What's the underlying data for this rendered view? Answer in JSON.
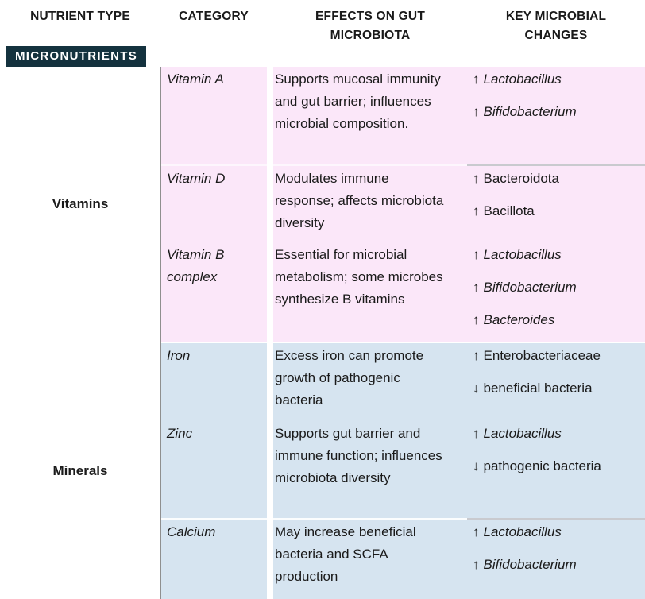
{
  "header": {
    "columns": [
      "NUTRIENT TYPE",
      "CATEGORY",
      "EFFECTS ON GUT MICROBIOTA",
      "KEY MICROBIAL CHANGES"
    ]
  },
  "badge": {
    "label": "MICRONUTRIENTS"
  },
  "colors": {
    "pink": "#fbe7f9",
    "blue": "#d6e4f0",
    "badge_bg": "#14323e",
    "badge_text": "#ffffff",
    "col_border": "#8f8f8f",
    "sep_light": "#fdf6fd",
    "sep_light_blue": "#fbfdfe",
    "sep_gray": "#c9cacf",
    "text": "#1a1a1a"
  },
  "sections": [
    {
      "type_label": "Vitamins",
      "rows": [
        {
          "category": "Vitamin A",
          "effects": "Supports mucosal immunity and gut barrier; influences microbial composition.",
          "changes": [
            {
              "arrow": "↑",
              "name": "Lactobacillus",
              "italic": true
            },
            {
              "arrow": "↑",
              "name": "Bifidobacterium",
              "italic": true
            }
          ]
        },
        {
          "category": "Vitamin D",
          "effects": "Modulates immune response; affects microbiota diversity",
          "changes": [
            {
              "arrow": "↑",
              "name": "Bacteroidota",
              "italic": false
            },
            {
              "arrow": "↑",
              "name": "Bacillota",
              "italic": false
            }
          ]
        },
        {
          "category": "Vitamin B complex",
          "effects": "Essential for microbial metabolism; some microbes synthesize B vitamins",
          "changes": [
            {
              "arrow": "↑",
              "name": "Lactobacillus",
              "italic": true
            },
            {
              "arrow": "↑",
              "name": "Bifidobacterium",
              "italic": true
            },
            {
              "arrow": "↑",
              "name": "Bacteroides",
              "italic": true
            }
          ]
        }
      ]
    },
    {
      "type_label": "Minerals",
      "rows": [
        {
          "category": "Iron",
          "effects": "Excess iron can promote growth of pathogenic bacteria",
          "changes": [
            {
              "arrow": "↑",
              "name": "Enterobacteriaceae",
              "italic": false
            },
            {
              "arrow": "↓",
              "name": "beneficial bacteria",
              "italic": false
            }
          ]
        },
        {
          "category": "Zinc",
          "effects": "Supports gut barrier and immune function; influences microbiota diversity",
          "changes": [
            {
              "arrow": "↑",
              "name": "Lactobacillus",
              "italic": true
            },
            {
              "arrow": "↓",
              "name": "pathogenic bacteria",
              "italic": false
            }
          ]
        },
        {
          "category": "Calcium",
          "effects": "May increase beneficial bacteria and SCFA production",
          "changes": [
            {
              "arrow": "↑",
              "name": "Lactobacillus",
              "italic": true
            },
            {
              "arrow": "↑",
              "name": "Bifidobacterium",
              "italic": true
            }
          ]
        }
      ]
    }
  ]
}
